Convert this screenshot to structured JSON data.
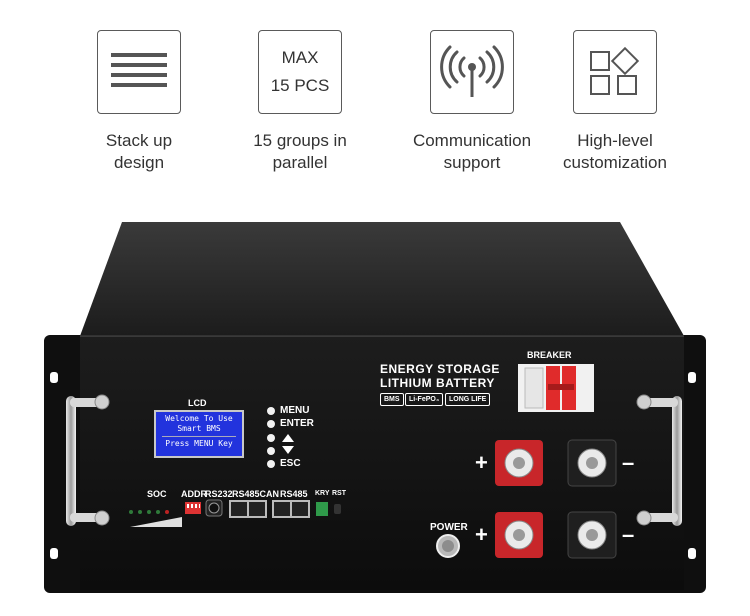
{
  "features": [
    {
      "icon": "stack-lines-icon",
      "caption_lines": [
        "Stack up",
        "design"
      ]
    },
    {
      "icon": "max-pcs-icon",
      "icon_text": [
        "MAX",
        "15 PCS"
      ],
      "caption_lines": [
        "15 groups in",
        "parallel"
      ]
    },
    {
      "icon": "signal-antenna-icon",
      "caption_lines": [
        "Communication",
        "support"
      ]
    },
    {
      "icon": "customization-squares-icon",
      "caption_lines": [
        "High-level",
        "customization"
      ]
    }
  ],
  "battery": {
    "brand_line1": "ENERGY STORAGE",
    "brand_line2": "LITHIUM BATTERY",
    "tags": [
      "BMS",
      "Li-FePO₄",
      "LONG LIFE"
    ],
    "breaker_label": "BREAKER",
    "lcd_label": "LCD",
    "lcd_lines": [
      "Welcome To Use",
      "Smart BMS",
      "Press MENU Key"
    ],
    "menu_buttons": [
      "MENU",
      "ENTER",
      "",
      "",
      "ESC"
    ],
    "port_labels": {
      "soc": "SOC",
      "addr": "ADDR",
      "rs232": "RS232",
      "rs485can": "RS485CAN",
      "rs485": "RS485",
      "kry": "KRY",
      "rst": "RST"
    },
    "power_label": "POWER",
    "plus_sign": "+",
    "minus_sign": "–",
    "colors": {
      "body": "#141414",
      "top": "#2a2a2a",
      "positive_terminal": "#c8262a",
      "breaker_red": "#e02b2b",
      "lcd_blue": "#2233dd"
    }
  }
}
